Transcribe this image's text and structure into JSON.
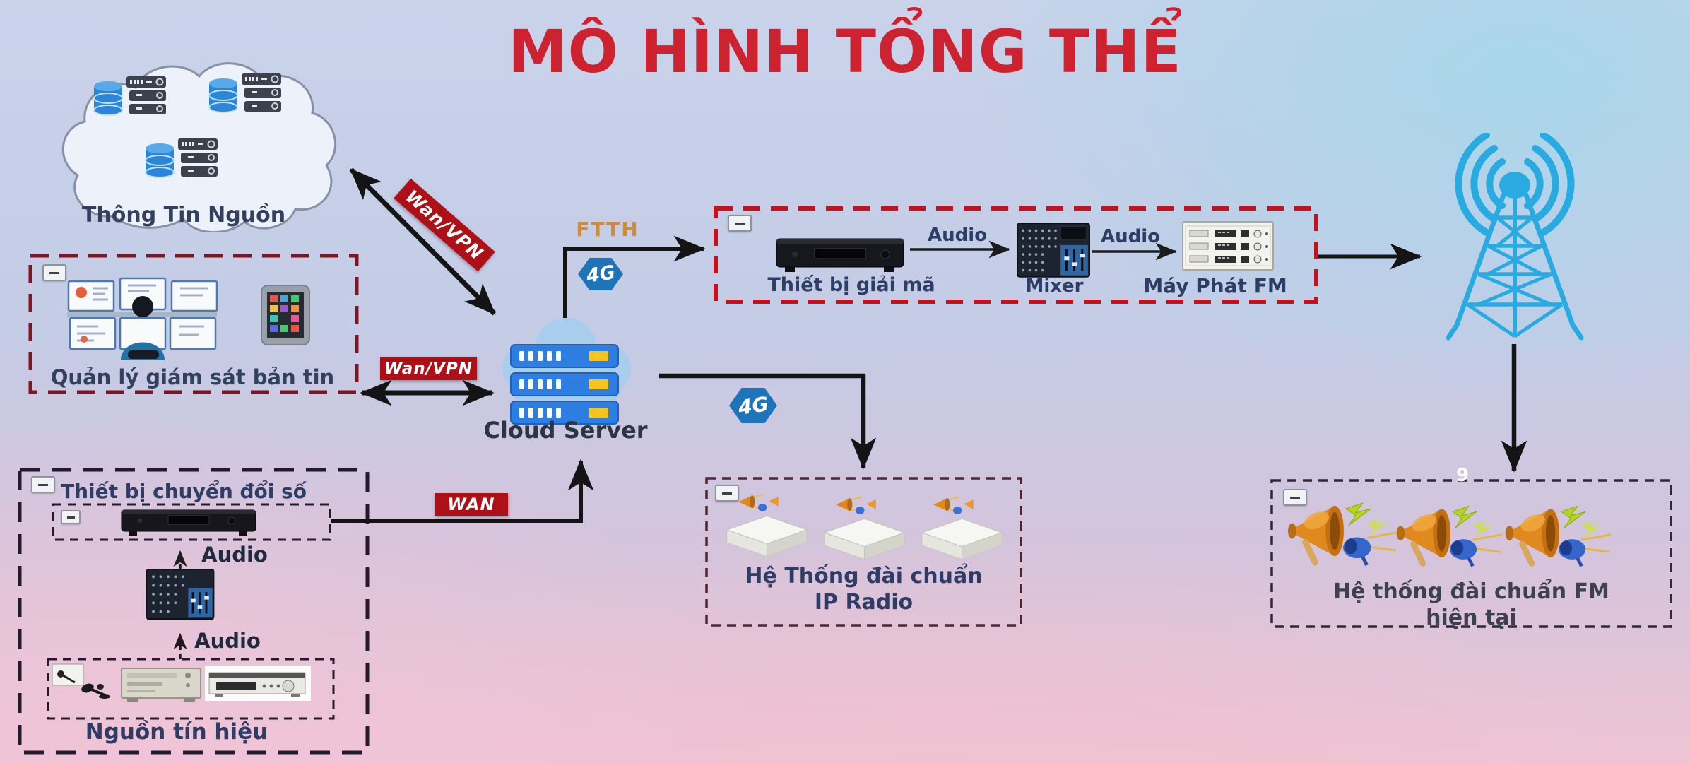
{
  "title": "MÔ HÌNH TỔNG THỂ",
  "colors": {
    "title_red": "#cd2330",
    "badge_red": "#ad1117",
    "label_navy": "#2e3d66",
    "label_dark": "#2b3642",
    "ftth_orange": "#cf8d3c",
    "tower_blue": "#29abe2",
    "server_blue": "#2e7de0",
    "arrow_black": "#141414",
    "monitoring_box_border": "#7c1623",
    "decoder_box_border": "#c2121e",
    "converter_box_border": "#241a2e",
    "ip_radio_box_border": "#4d2430",
    "fm_box_border": "#2e2838"
  },
  "nodes": {
    "source_cloud": {
      "label": "Thông Tin Nguồn",
      "icon": "database-server-cluster"
    },
    "monitoring": {
      "label": "Quản lý giám sát bản tin",
      "icons": [
        "operator-monitor-wall",
        "smartphone"
      ]
    },
    "converter": {
      "title": "Thiết bị chuyển đổi số",
      "encoder_icon": "audio-encoder-device",
      "audio_in_label": "Audio",
      "audio_src_label": "Audio",
      "mixer_icon": "audio-mixer",
      "signal_source": {
        "label": "Nguồn tín hiệu",
        "icons": [
          "microphone",
          "desktop-computer",
          "radio-receiver"
        ]
      }
    },
    "cloud_server": {
      "label": "Cloud Server",
      "icon": "cloud-server-stack"
    },
    "decoder_chain": {
      "decoder_label": "Thiết bị giải mã",
      "audio_1": "Audio",
      "mixer_label": "Mixer",
      "audio_2": "Audio",
      "fm_transmitter_label": "Máy Phát FM"
    },
    "broadcast_tower": {
      "icon": "radio-tower"
    },
    "ip_radio": {
      "label_line1": "Hệ Thống đài chuẩn",
      "label_line2": "IP Radio",
      "icon": "ip-radio-speaker-unit"
    },
    "fm_system": {
      "badge": "9",
      "label_line1": "Hệ thống đài chuẩn FM",
      "label_line2": "hiện tại",
      "icon": "fm-loudspeaker"
    }
  },
  "links": {
    "wan_vpn_diagonal": "Wan/VPN",
    "wan_vpn_horizontal": "Wan/VPN",
    "wan": "WAN",
    "ftth": "FTTH",
    "fourg": "4G"
  }
}
